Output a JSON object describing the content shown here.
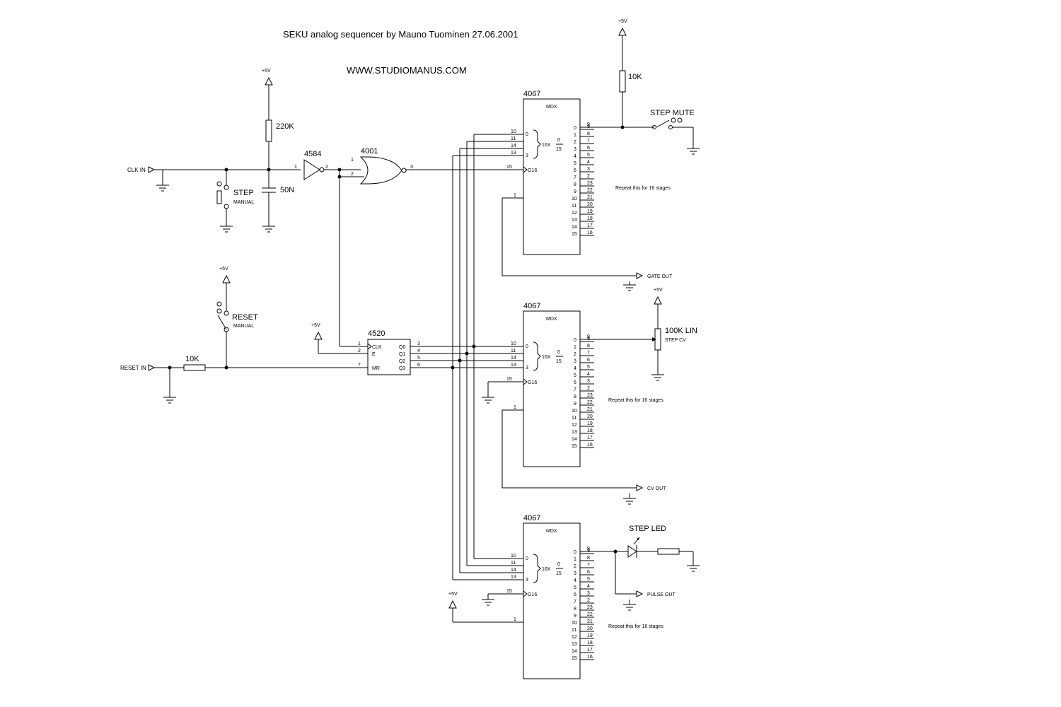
{
  "title": "SEKU analog sequencer by Mauno Tuominen 27.06.2001",
  "website": "WWW.STUDIOMANUS.COM",
  "supply": "+5V",
  "inputs": {
    "clk_in": "CLK IN",
    "reset_in": "RESET IN"
  },
  "outputs": {
    "gate_out": "GATE OUT",
    "cv_out": "CV OUT",
    "pulse_out": "PULSE OUT"
  },
  "components": {
    "r_clk_pullup": "220K",
    "c_clk": "50N",
    "r_reset": "10K",
    "r_mute_pullup": "10K",
    "pot_cv": "100K LIN",
    "pot_cv_sub": "STEP CV",
    "schmitt": "4584",
    "nor": "4001",
    "counter": "4520",
    "mux": "4067",
    "mux_label": "MDX",
    "switch_step": "STEP",
    "switch_step_sub": "MANUAL",
    "switch_reset": "RESET",
    "switch_reset_sub": "MANUAL",
    "switch_mute": "STEP MUTE",
    "led": "STEP LED"
  },
  "repeat_note": "Repeat this for 16 stages",
  "counter_pins": {
    "left": [
      {
        "num": "1",
        "name": "CLK"
      },
      {
        "num": "2",
        "name": "E"
      },
      {
        "num": "7",
        "name": "MR"
      }
    ],
    "right": [
      {
        "num": "3",
        "name": "Q0"
      },
      {
        "num": "4",
        "name": "Q1"
      },
      {
        "num": "5",
        "name": "Q2"
      },
      {
        "num": "6",
        "name": "Q3"
      }
    ]
  },
  "schmitt_pins": [
    "1",
    "2"
  ],
  "nor_pins": [
    "1",
    "2",
    "3"
  ],
  "mux_input_pins": [
    "10",
    "11",
    "14",
    "13"
  ],
  "mux_enable_pin": "15",
  "mux_enable_name": "G16",
  "mux_common_pin": "1",
  "mux_common_out_pin": "9",
  "mux_bracket": {
    "top": "0",
    "bottom": "3",
    "mid": "16X",
    "frac_top": "0",
    "frac_bottom": "15"
  },
  "mux_output_index": [
    "0",
    "1",
    "2",
    "3",
    "4",
    "5",
    "6",
    "7",
    "8",
    "9",
    "10",
    "11",
    "12",
    "13",
    "14",
    "15"
  ],
  "mux_output_pins": [
    "9",
    "8",
    "7",
    "6",
    "5",
    "4",
    "3",
    "2",
    "23",
    "22",
    "21",
    "20",
    "19",
    "18",
    "17",
    "16"
  ]
}
